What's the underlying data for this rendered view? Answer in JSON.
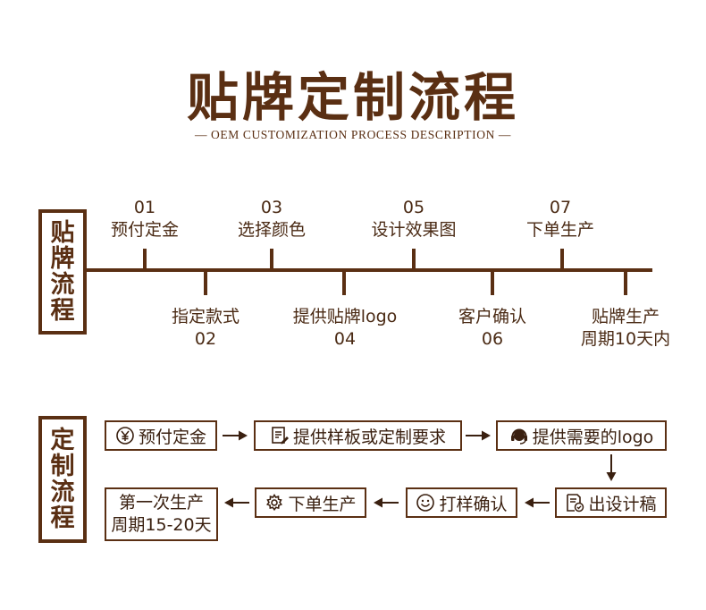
{
  "header": {
    "title": "贴牌定制流程",
    "subtitle": "— OEM CUSTOMIZATION PROCESS DESCRIPTION —"
  },
  "timeline": {
    "side_label": [
      "贴",
      "牌",
      "流",
      "程"
    ],
    "top_steps": [
      {
        "num": "01",
        "label": "预付定金"
      },
      {
        "num": "03",
        "label": "选择颜色"
      },
      {
        "num": "05",
        "label": "设计效果图"
      },
      {
        "num": "07",
        "label": "下单生产"
      }
    ],
    "bottom_steps": [
      {
        "label": "指定款式",
        "num": "02"
      },
      {
        "label": "提供贴牌logo",
        "num": "04"
      },
      {
        "label": "客户确认",
        "num": "06"
      },
      {
        "label": "贴牌生产",
        "num": "周期10天内"
      }
    ]
  },
  "flow": {
    "side_label": [
      "定",
      "制",
      "流",
      "程"
    ],
    "row1": [
      {
        "icon": "yen-coin-icon",
        "label": "预付定金"
      },
      {
        "icon": "document-edit-icon",
        "label": "提供样板或定制要求"
      },
      {
        "icon": "headset-support-icon",
        "label": "提供需要的logo"
      }
    ],
    "row2": [
      {
        "icon": "document-check-icon",
        "label": "出设计稿"
      },
      {
        "icon": "smile-icon",
        "label": "打样确认"
      },
      {
        "icon": "gear-icon",
        "label": "下单生产"
      }
    ],
    "final": {
      "line1": "第一次生产",
      "line2": "周期15-20天"
    }
  }
}
